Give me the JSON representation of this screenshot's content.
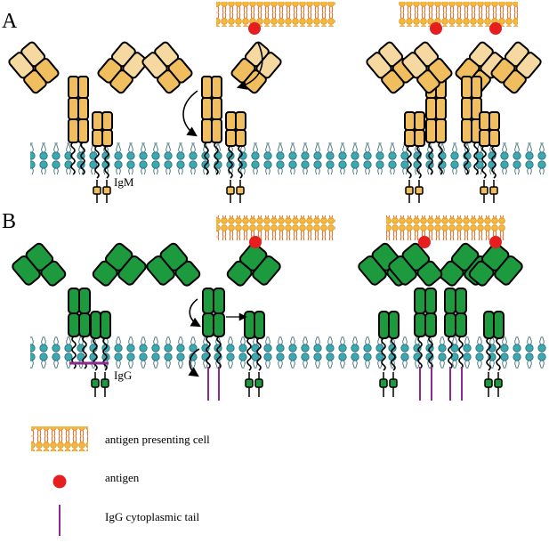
{
  "panels": [
    {
      "letter": "A",
      "label": "IgM"
    },
    {
      "letter": "B",
      "label": "IgG"
    }
  ],
  "legend": [
    {
      "icon": "antigen-presenting-cell-icon",
      "text": "antigen presenting cell"
    },
    {
      "icon": "antigen-icon",
      "text": "antigen"
    },
    {
      "icon": "igg-cytoplasmic-tail-icon",
      "text": "IgG cytoplasmic tail"
    }
  ],
  "colors": {
    "igm": "#f0be5e",
    "igm_light": "#f6d9a0",
    "igg": "#1e9a3e",
    "membrane_head": "#3ba8b2",
    "membrane_tail": "#1f5960",
    "apc_head": "#f5b83a",
    "apc_tail": "#e2641c",
    "antigen": "#e61e1e",
    "igg_tail": "#8b2a8f"
  }
}
